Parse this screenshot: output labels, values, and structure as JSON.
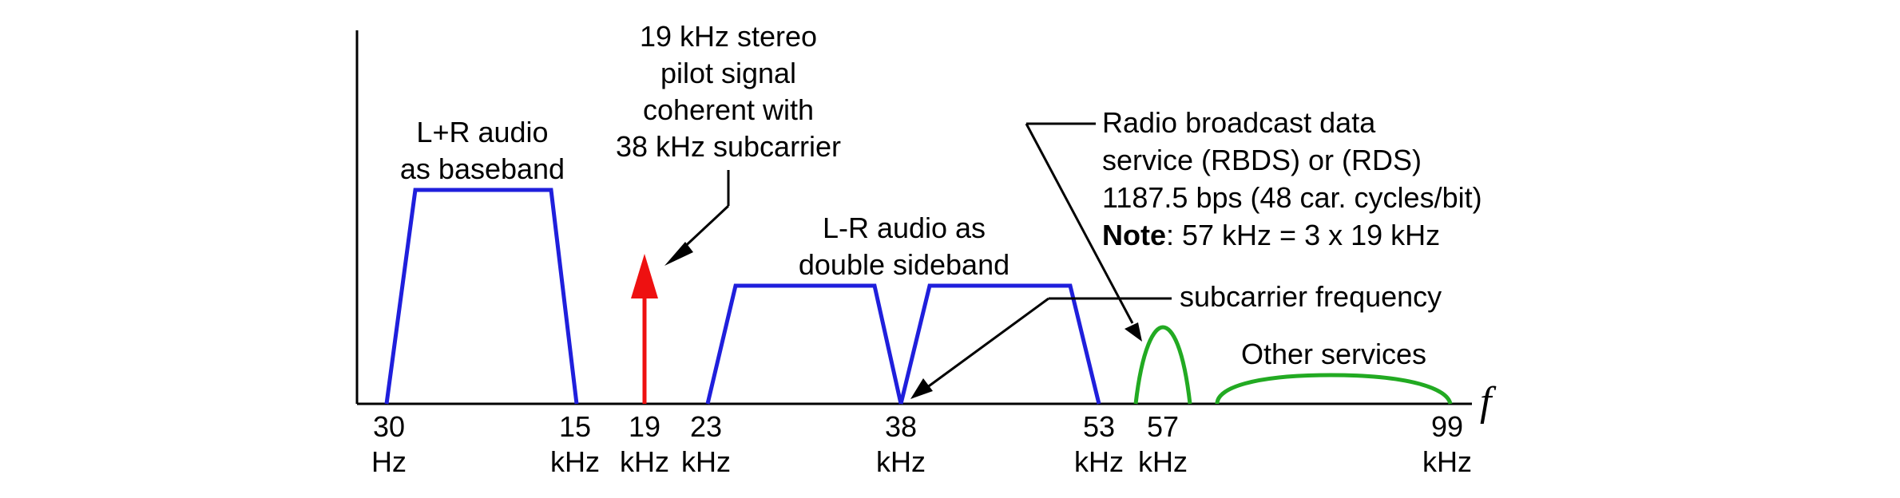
{
  "colors": {
    "baseband": "#1f1fdc",
    "pilot": "#ee1111",
    "rds": "#22aa22",
    "axis": "#000000"
  },
  "axis": {
    "variable": "f",
    "ticks": [
      {
        "value": "30",
        "unit": "Hz"
      },
      {
        "value": "15",
        "unit": "kHz"
      },
      {
        "value": "19",
        "unit": "kHz"
      },
      {
        "value": "23",
        "unit": "kHz"
      },
      {
        "value": "38",
        "unit": "kHz"
      },
      {
        "value": "53",
        "unit": "kHz"
      },
      {
        "value": "57",
        "unit": "kHz"
      },
      {
        "value": "99",
        "unit": "kHz"
      }
    ]
  },
  "labels": {
    "lpr": [
      "L+R audio",
      "as baseband"
    ],
    "pilot": [
      "19 kHz stereo",
      "pilot signal",
      "coherent with",
      "38 kHz subcarrier"
    ],
    "lmr": [
      "L-R audio as",
      "double sideband"
    ],
    "rds": [
      "Radio broadcast data",
      "service (RBDS) or (RDS)",
      "1187.5 bps (48 car. cycles/bit)"
    ],
    "note_bold": "Note",
    "note_rest": ": 57 kHz = 3 x 19 kHz",
    "subcarrier": "subcarrier frequency",
    "other": "Other services"
  }
}
